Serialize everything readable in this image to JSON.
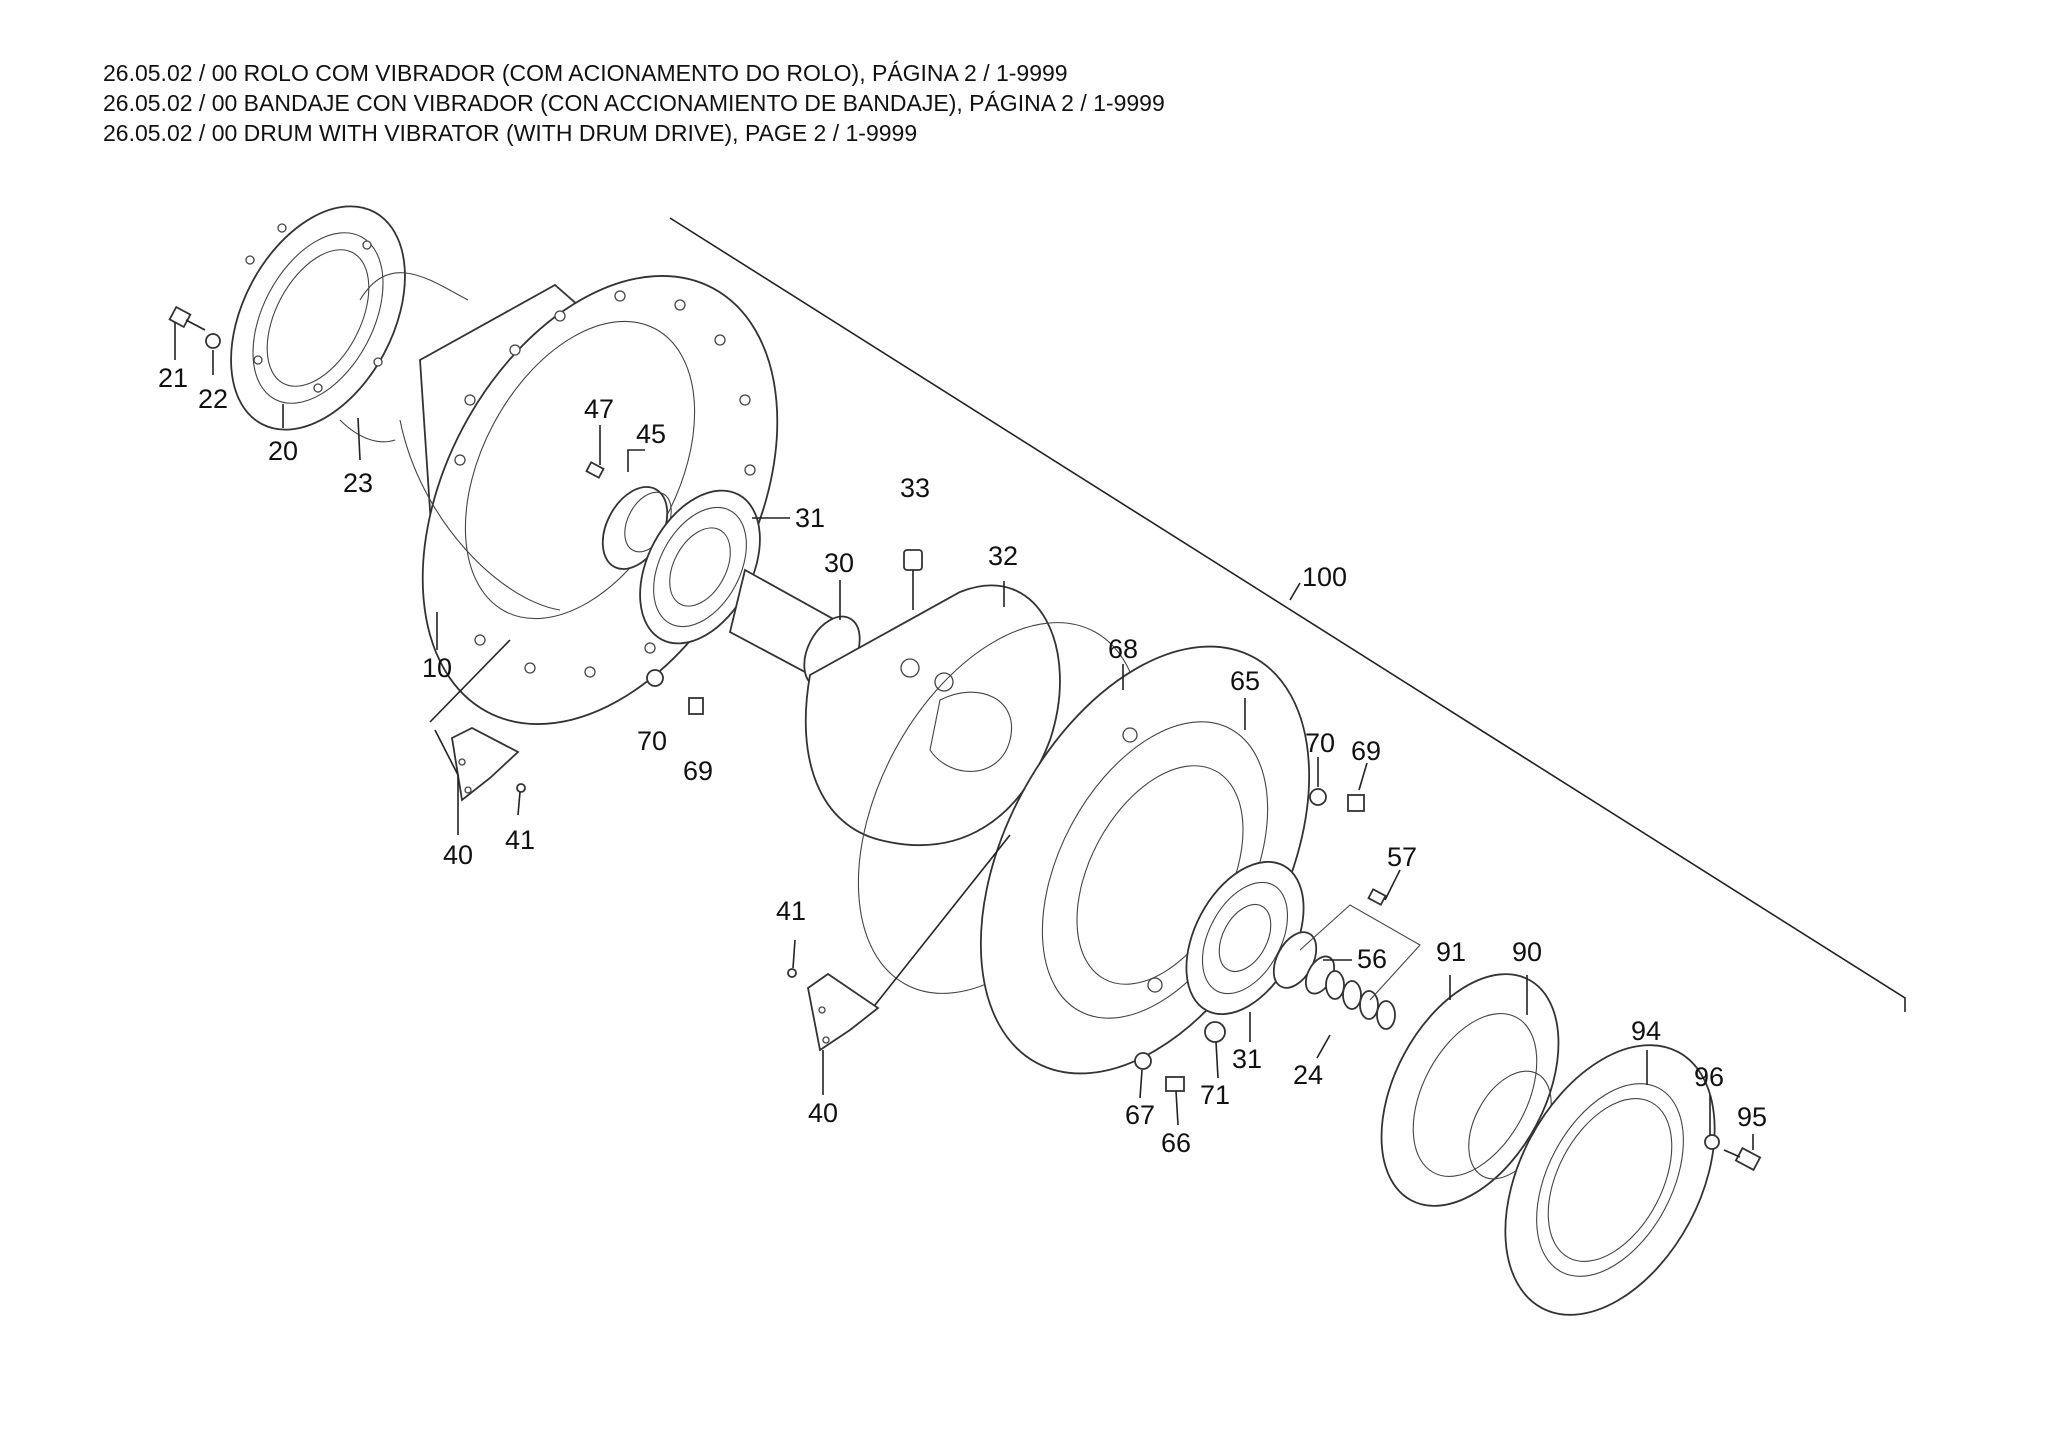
{
  "header": {
    "line_pt": "26.05.02 / 00 ROLO COM VIBRADOR (COM ACIONAMENTO DO ROLO), PÁGINA 2 / 1-9999",
    "line_es": "26.05.02 / 00 BANDAJE CON VIBRADOR (CON ACCIONAMIENTO DE BANDAJE), PÁGINA 2 / 1-9999",
    "line_en": "26.05.02 / 00 DRUM WITH VIBRATOR (WITH DRUM DRIVE), PAGE 2 / 1-9999"
  },
  "callouts": {
    "c21": "21",
    "c22": "22",
    "c20": "20",
    "c23": "23",
    "c47": "47",
    "c45": "45",
    "c31a": "31",
    "c30": "30",
    "c33": "33",
    "c32": "32",
    "c10": "10",
    "c100": "100",
    "c68": "68",
    "c65": "65",
    "c70a": "70",
    "c69a": "69",
    "c70b": "70",
    "c69b": "69",
    "c40a": "40",
    "c41a": "41",
    "c57": "57",
    "c56": "56",
    "c91": "91",
    "c90": "90",
    "c41b": "41",
    "c40b": "40",
    "c31b": "31",
    "c24": "24",
    "c94": "94",
    "c96": "96",
    "c95": "95",
    "c67": "67",
    "c71": "71",
    "c66": "66"
  }
}
